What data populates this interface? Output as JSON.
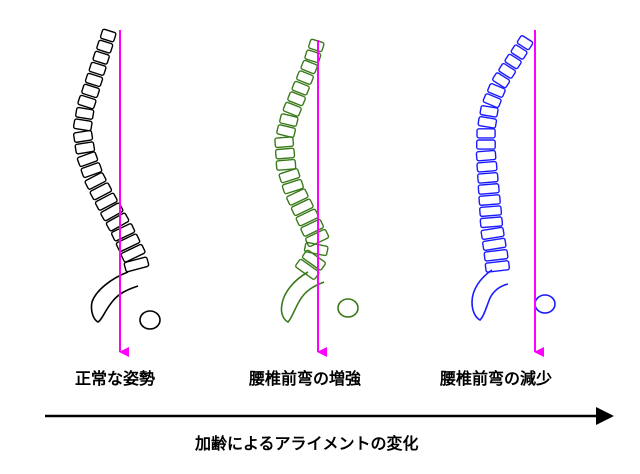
{
  "figures": [
    {
      "id": "normal",
      "label": "正常な姿勢",
      "color": "#000000"
    },
    {
      "id": "increase",
      "label": "腰椎前弯の増強",
      "color": "#3a7a1a"
    },
    {
      "id": "decrease",
      "label": "腰椎前弯の減少",
      "color": "#1a1aff"
    }
  ],
  "plumb_line_color": "#ff00ff",
  "timeline": {
    "caption": "加齢によるアライメントの変化"
  }
}
